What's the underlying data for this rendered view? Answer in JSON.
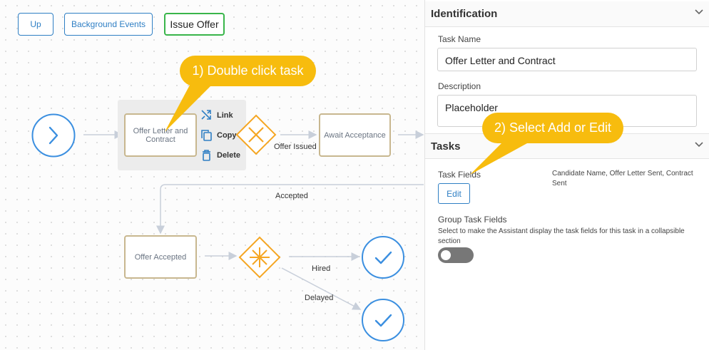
{
  "toolbar": {
    "up": "Up",
    "background_events": "Background Events",
    "issue_offer": "Issue Offer"
  },
  "diagram": {
    "tasks": {
      "offer_letter": "Offer Letter and Contract",
      "await_acceptance": "Await Acceptance",
      "offer_accepted": "Offer Accepted"
    },
    "context_menu": {
      "link": "Link",
      "copy": "Copy",
      "delete": "Delete"
    },
    "flow_labels": {
      "offer_issued": "Offer Issued",
      "accepted": "Accepted",
      "hired": "Hired",
      "delayed": "Delayed"
    }
  },
  "callouts": {
    "first": "1) Double click task",
    "second": "2) Select Add or Edit"
  },
  "panel": {
    "identification": {
      "title": "Identification",
      "task_name_label": "Task Name",
      "task_name_value": "Offer Letter and Contract",
      "description_label": "Description",
      "description_value": "Placeholder"
    },
    "tasks": {
      "title": "Tasks",
      "task_fields_label": "Task Fields",
      "task_fields_value": "Candidate Name, Offer Letter Sent, Contract Sent",
      "edit_button": "Edit",
      "group_label": "Group Task Fields",
      "group_help": "Select to make the Assistant display the task fields for this task in a collapsible section",
      "group_enabled": false
    }
  },
  "colors": {
    "accent": "#2f7fc4",
    "callout": "#f7bc0e",
    "gateway": "#f5a623",
    "task_border": "#c8b78f",
    "issue_border": "#39b54a"
  }
}
